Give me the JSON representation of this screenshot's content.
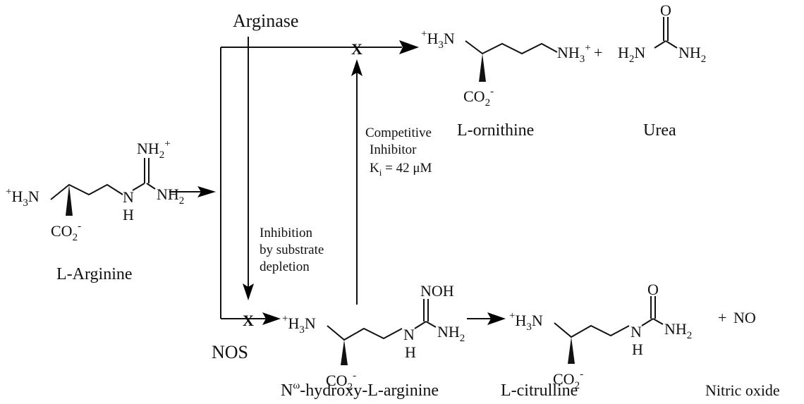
{
  "enzymes": {
    "arginase": "Arginase",
    "nos": "NOS"
  },
  "compounds": {
    "arginine": "L-Arginine",
    "ornithine": "L-ornithine",
    "urea": "Urea",
    "nohaPrefix": "N",
    "nohaSup": "ω",
    "nohaSuffix": "-hydroxy-L-arginine",
    "citrulline": "L-citrulline",
    "no_name": "Nitric oxide"
  },
  "annotations": {
    "comp1": "Competitive",
    "comp2": "Inhibitor",
    "kiK": "K",
    "kiSub": "i",
    "kiVal": " = 42 μM",
    "dep1": "Inhibition",
    "dep2": "by substrate",
    "dep3": "depletion",
    "blockMark": "X"
  },
  "atoms": {
    "h3n": "H",
    "h3nSub": "3",
    "h3nN": "N",
    "plus": "+",
    "minus": "-",
    "co2": "CO",
    "co2Sub": "2",
    "nh": "N",
    "h": "H",
    "nh2": "NH",
    "nh2Sub": "2",
    "h2n": "H",
    "h2nSub": "2",
    "h2nN": "N",
    "nh3": "NH",
    "nh3Sub": "3",
    "o": "O",
    "noh": "NOH",
    "plusSign": "+",
    "no": "NO"
  }
}
